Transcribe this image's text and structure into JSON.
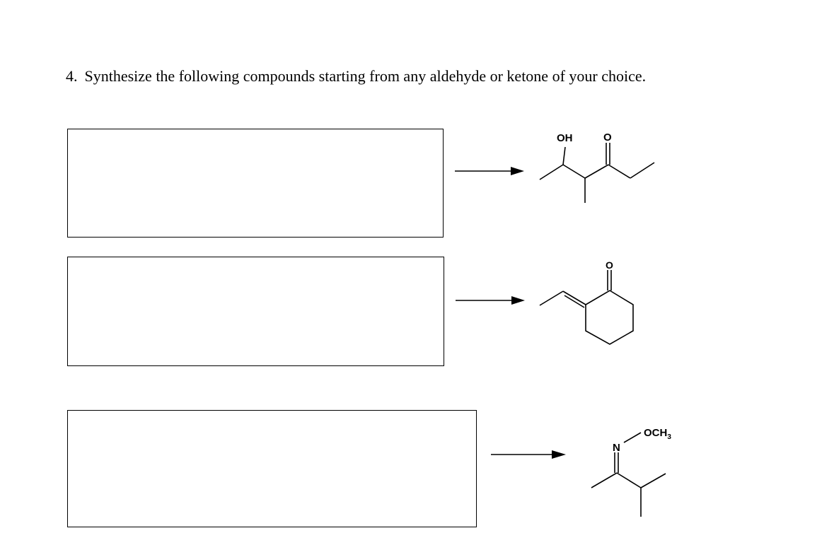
{
  "question": {
    "number": "4.",
    "text": "Synthesize the following compounds starting from any aldehyde or ketone of your choice."
  },
  "compound1": {
    "label_oh": "OH",
    "label_o": "O"
  },
  "compound2": {
    "label_o": "O"
  },
  "compound3": {
    "label_n": "N",
    "label_och3": "OCH",
    "label_sub": "3"
  }
}
